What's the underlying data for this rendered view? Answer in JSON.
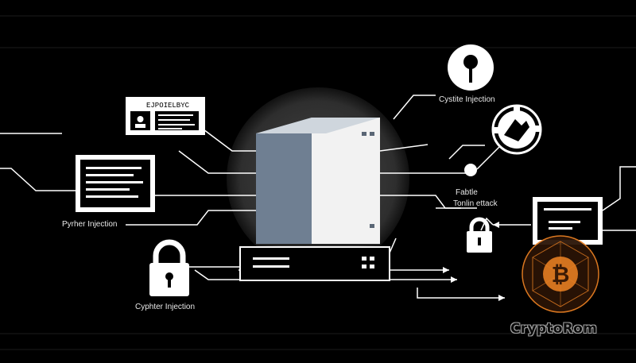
{
  "labels": {
    "top_right": "Cystite Injection",
    "middle_right_1": "Fabtle",
    "middle_right_2": "Tonlin ettack",
    "left": "Pyrher Injection",
    "bottom_left": "Cyphter Injection",
    "id_card_header": "EJPOIELBYC"
  },
  "watermark": {
    "text": "CryptoRom",
    "coin_symbol": "₿",
    "coin_color": "#e67e22"
  },
  "colors": {
    "background": "#000000",
    "line": "#ffffff",
    "server_front": "#6f7f92",
    "server_side": "#f4f4f4",
    "glow": "#3a3a3a"
  },
  "icons": [
    "magnifier-icon",
    "hand-plug-icon",
    "lock-icon",
    "id-card-icon",
    "document-icon",
    "server-icon",
    "bitcoin-icon"
  ]
}
